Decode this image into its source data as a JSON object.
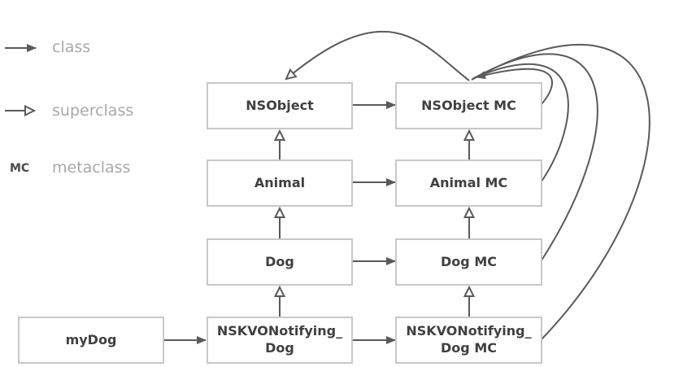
{
  "legend": {
    "class": "class",
    "superclass": "superclass",
    "metaclass_abbr": "MC",
    "metaclass": "metaclass"
  },
  "nodes": {
    "nsobject": "NSObject",
    "nsobject_mc": "NSObject MC",
    "animal": "Animal",
    "animal_mc": "Animal MC",
    "dog": "Dog",
    "dog_mc": "Dog MC",
    "mydog": "myDog",
    "kvo_dog": "NSKVONotifying_\nDog",
    "kvo_dog_mc": "NSKVONotifying_\nDog MC"
  },
  "colors": {
    "arrow": "#5a5a5a",
    "border": "#c8c8c8",
    "node_text": "#404040",
    "legend_text": "#a9a9a9"
  }
}
